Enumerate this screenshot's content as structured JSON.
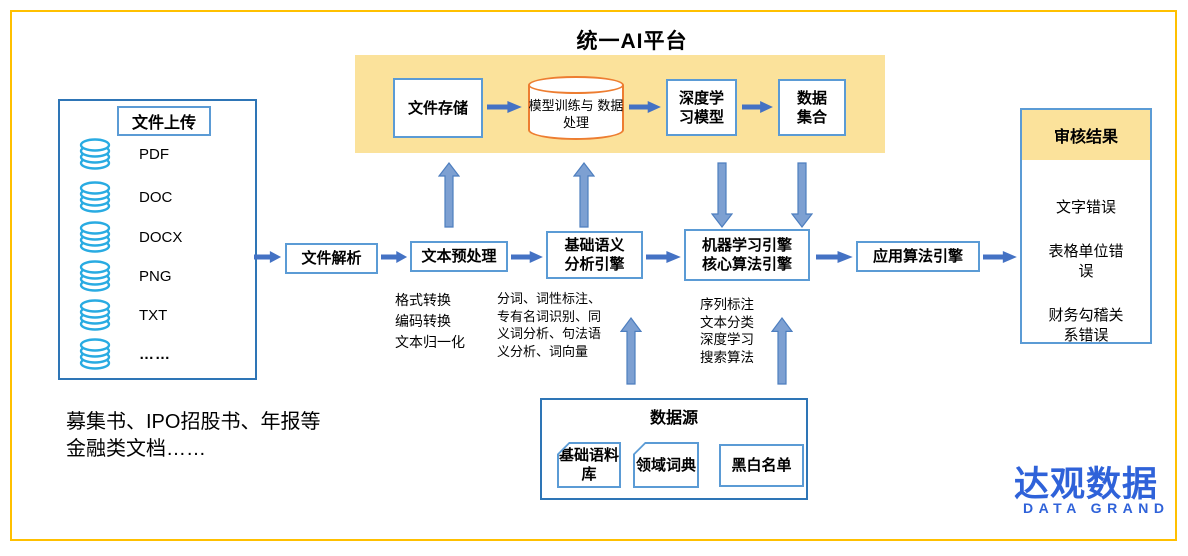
{
  "title": "统一AI平台",
  "band": {
    "file_storage": "文件存储",
    "model_training": {
      "line1": "模型训练与",
      "line2": "数据处理"
    },
    "deep_learning": {
      "line1": "深度学",
      "line2": "习模型"
    },
    "data_collection": {
      "line1": "数据",
      "line2": "集合"
    }
  },
  "upload": {
    "header": "文件上传",
    "file_types": [
      "PDF",
      "DOC",
      "DOCX",
      "PNG",
      "TXT",
      "……"
    ]
  },
  "flow": {
    "parse": "文件解析",
    "preprocess": "文本预处理",
    "semantic": {
      "line1": "基础语义",
      "line2": "分析引擎"
    },
    "ml": {
      "line1": "机器学习引擎",
      "line2": "核心算法引擎"
    },
    "apply": "应用算法引擎"
  },
  "notes": {
    "preprocess": [
      "格式转换",
      "编码转换",
      "文本归一化"
    ],
    "semantic": "分词、词性标注、专有名词识别、同义词分析、句法语义分析、词向量",
    "ml": [
      "序列标注",
      "文本分类",
      "深度学习",
      "搜索算法"
    ]
  },
  "datasource": {
    "title": "数据源",
    "items": [
      "基础语料库",
      "领域词典",
      "黑白名单"
    ]
  },
  "result": {
    "header": "审核结果",
    "items": [
      "文字错误",
      "表格单位错误",
      "财务勾稽关系错误"
    ]
  },
  "caption": {
    "lines": [
      "募集书、IPO招股书、年报等",
      "金融类文档……"
    ]
  },
  "logo": {
    "cn": "达观数据",
    "en": "DATA GRAND"
  },
  "colors": {
    "frame": "#FFC000",
    "band_bg": "#FBE29B",
    "box_border_light": "#5B9BD5",
    "box_border_dark": "#2E75B6",
    "cylinder_border": "#ED7D31",
    "arrow_blue": "#4472C4",
    "vertical_arrow_fill": "#7DA0D2",
    "db_icon_blue": "#29ABE2",
    "logo_blue": "#2F62D9"
  }
}
